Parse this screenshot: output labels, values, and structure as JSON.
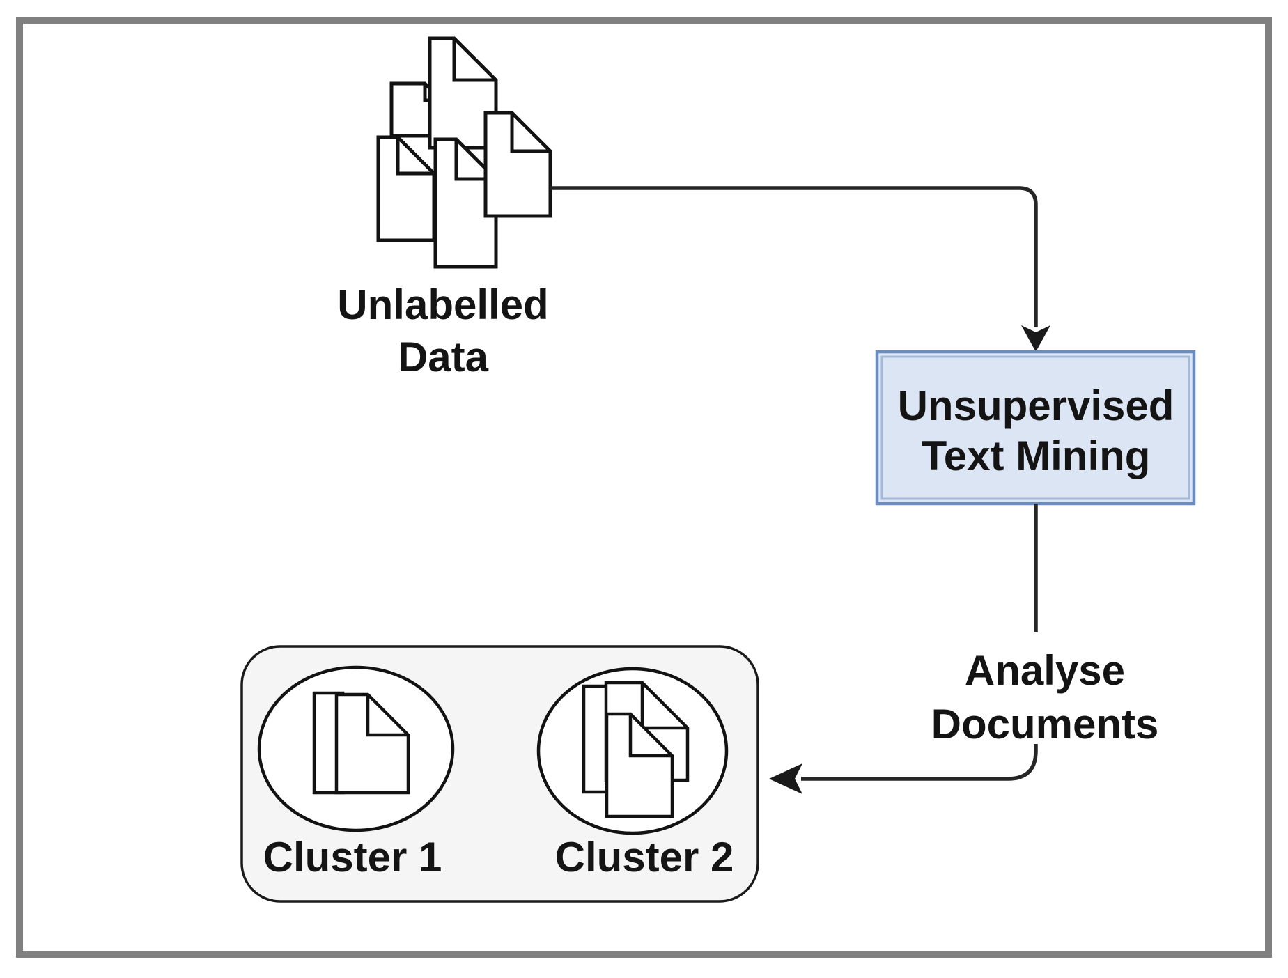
{
  "figure": {
    "source": {
      "label_line1": "Unlabelled",
      "label_line2": "Data"
    },
    "process_box": {
      "label_line1": "Unsupervised",
      "label_line2": "Text Mining"
    },
    "edge_label": {
      "line1": "Analyse",
      "line2": "Documents"
    },
    "cluster_group": {
      "cluster1_label": "Cluster 1",
      "cluster2_label": "Cluster 2"
    }
  },
  "colors": {
    "frame_border": "#808080",
    "canvas": "#ffffff",
    "process_fill": "#dce5f4",
    "process_border": "#6a8cbf",
    "process_border_inner": "#a4b9d8",
    "cluster_container_fill": "#f5f5f5",
    "line_ink": "#262626",
    "text_ink": "#141414"
  }
}
